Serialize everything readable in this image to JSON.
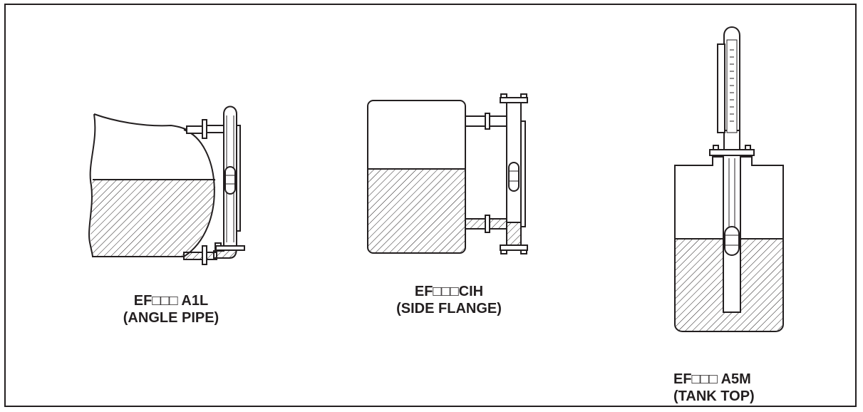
{
  "diagrams": [
    {
      "id": "angle-pipe",
      "model": "EF□□□ A1L",
      "mounting": "(ANGLE PIPE)"
    },
    {
      "id": "side-flange",
      "model": "EF□□□CIH",
      "mounting": "(SIDE FLANGE)"
    },
    {
      "id": "tank-top",
      "model": "EF□□□ A5M",
      "mounting": "(TANK TOP)"
    }
  ],
  "colors": {
    "line": "#231f20",
    "fill": "#ffffff",
    "hatch": "#231f20"
  }
}
